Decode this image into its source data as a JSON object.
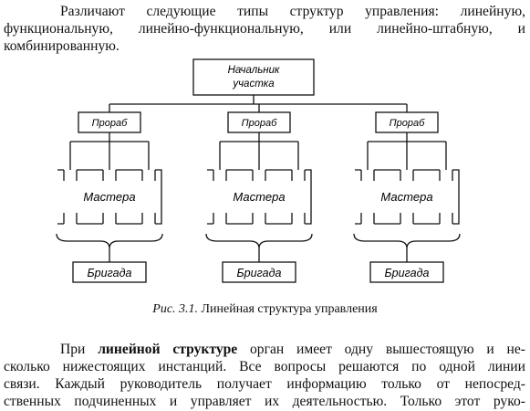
{
  "intro": {
    "line1": "Различают следующие типы структур управления: линейную,",
    "line2": "функциональную, линейно-функциональную, или линейно-штабную, и",
    "line3": "комбинированную."
  },
  "diagram": {
    "top": [
      "Начальник",
      "участка"
    ],
    "groups": [
      {
        "foreman": "Прораб",
        "masters": "Мастера",
        "brigade": "Бригада"
      },
      {
        "foreman": "Прораб",
        "masters": "Мастера",
        "brigade": "Бригада"
      },
      {
        "foreman": "Прораб",
        "masters": "Мастера",
        "brigade": "Бригада"
      }
    ]
  },
  "caption": {
    "figure": "Рис. 3.1.",
    "text": "Линейная структура управления"
  },
  "body": {
    "line1_pre": "При ",
    "line1_bold": "линейной структуре",
    "line1_post": " орган имеет одну вышестоящую и не-",
    "line2": "сколько нижестоящих инстанций. Все вопросы решаются по одной линии",
    "line3": "связи. Каждый руководитель получает информацию только от непосред-",
    "line4": "ственных подчиненных и управляет их деятельностью. Только этот руко-"
  }
}
